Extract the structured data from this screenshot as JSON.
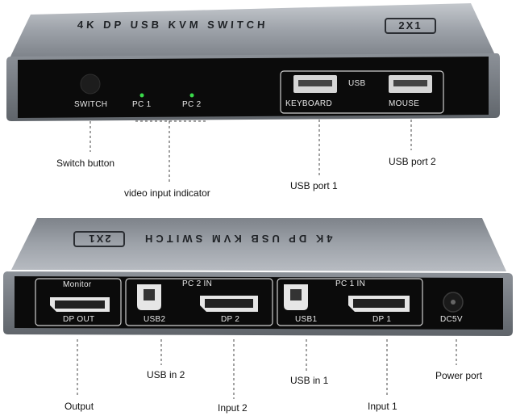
{
  "top_device": {
    "lid_text": "4K DP USB KVM SWITCH",
    "badge": "2X1",
    "switch_label": "SWITCH",
    "pc1_label": "PC 1",
    "pc2_label": "PC 2",
    "usb_label": "USB",
    "keyboard_label": "KEYBOARD",
    "mouse_label": "MOUSE"
  },
  "bottom_device": {
    "lid_text": "4K DP USB KVM SWITCH",
    "badge": "2X1",
    "monitor_label": "Monitor",
    "dp_out_label": "DP OUT",
    "pc2_in_label": "PC 2 IN",
    "usb2_label": "USB2",
    "dp2_label": "DP 2",
    "pc1_in_label": "PC 1 IN",
    "usb1_label": "USB1",
    "dp1_label": "DP 1",
    "dc5v_label": "DC5V"
  },
  "callouts": {
    "switch_button": "Switch button",
    "video_input_indicator": "video input indicator",
    "usb_port_1": "USB port 1",
    "usb_port_2": "USB port 2",
    "usb_in_2": "USB in 2",
    "usb_in_1": "USB in 1",
    "power_port": "Power port",
    "output": "Output",
    "input_2": "Input 2",
    "input_1": "Input 1"
  },
  "colors": {
    "led": "#39d94a",
    "panel": "#0b0b0b",
    "metal": "#9a9fa6"
  }
}
